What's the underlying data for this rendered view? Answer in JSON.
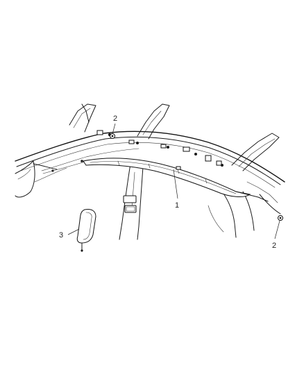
{
  "callouts": [
    {
      "id": "callout-1",
      "label": "1"
    },
    {
      "id": "callout-2-top",
      "label": "2"
    },
    {
      "id": "callout-2-right",
      "label": "2"
    },
    {
      "id": "callout-3",
      "label": "3"
    }
  ]
}
